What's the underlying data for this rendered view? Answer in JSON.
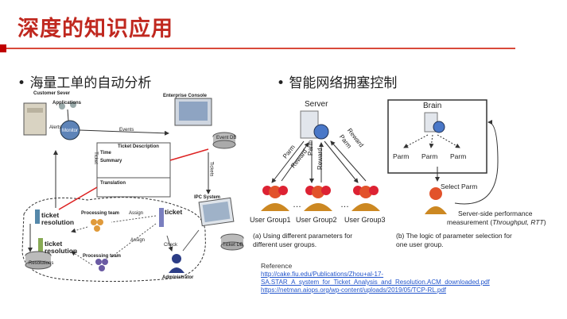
{
  "title": "深度的知识应用",
  "left": {
    "bullet": "•",
    "heading": "海量工单的自动分析",
    "labels": {
      "customer_server": "Customer Sever",
      "applications": "Applications",
      "alerts": "Alerts",
      "monitor": "Monitor",
      "enterprise_console": "Enterprise Console",
      "events": "Events",
      "event_db": "Event DB",
      "ticket_description": "Ticket Description",
      "time": "Time",
      "summary": "Summary",
      "translation": "Translation",
      "ticket": "Ticket",
      "tickets": "Tickets",
      "ipc_system": "IPC System",
      "ticket_db": "Ticket DB",
      "processing_team_1": "Processing team",
      "processing_team_2": "Processing team",
      "assign_1": "Assign",
      "assign_2": "Assign",
      "check": "Check",
      "administrator": "Administrator",
      "resolution": "Resolutions",
      "ticket_res_1_a": "ticket",
      "ticket_res_1_b": "resolution",
      "ticket_res_2_a": "ticket",
      "ticket_res_2_b": "resolution"
    }
  },
  "right": {
    "bullet": "•",
    "heading": "智能网络拥塞控制",
    "server": "Server",
    "parm1": "Parm",
    "reward1": "Reward",
    "parm2": "Parm",
    "reward2": "Reward",
    "parm3": "Parm",
    "reward3": "Reward",
    "ellipsis1": "…",
    "ellipsis2": "…",
    "group1": "User Group1",
    "group2": "User Group2",
    "group3": "User Group3",
    "caption_a_1": "(a)   Using different parameters for",
    "caption_a_2": "different user groups.",
    "brain": "Brain",
    "parm_a": "Parm",
    "parm_b": "Parm",
    "parm_c": "Parm",
    "select_parm": "Select Parm",
    "perf_1": "Server-side performance",
    "perf_2": "measurement (",
    "perf_2_italic": "Throughput, RTT",
    "perf_2_end": ")",
    "caption_b_1": "(b) The logic of parameter selection for",
    "caption_b_2": "one user group.",
    "reference_label": "Reference",
    "links": [
      "http://cake.fiu.edu/Publications/Zhou+al-17-",
      "SA.STAR_A_system_for_Ticket_Analysis_and_Resolution.ACM_downloaded.pdf",
      "https://netman.aiops.org/wp-content/uploads/2019/05/TCP-RL.pdf"
    ]
  }
}
